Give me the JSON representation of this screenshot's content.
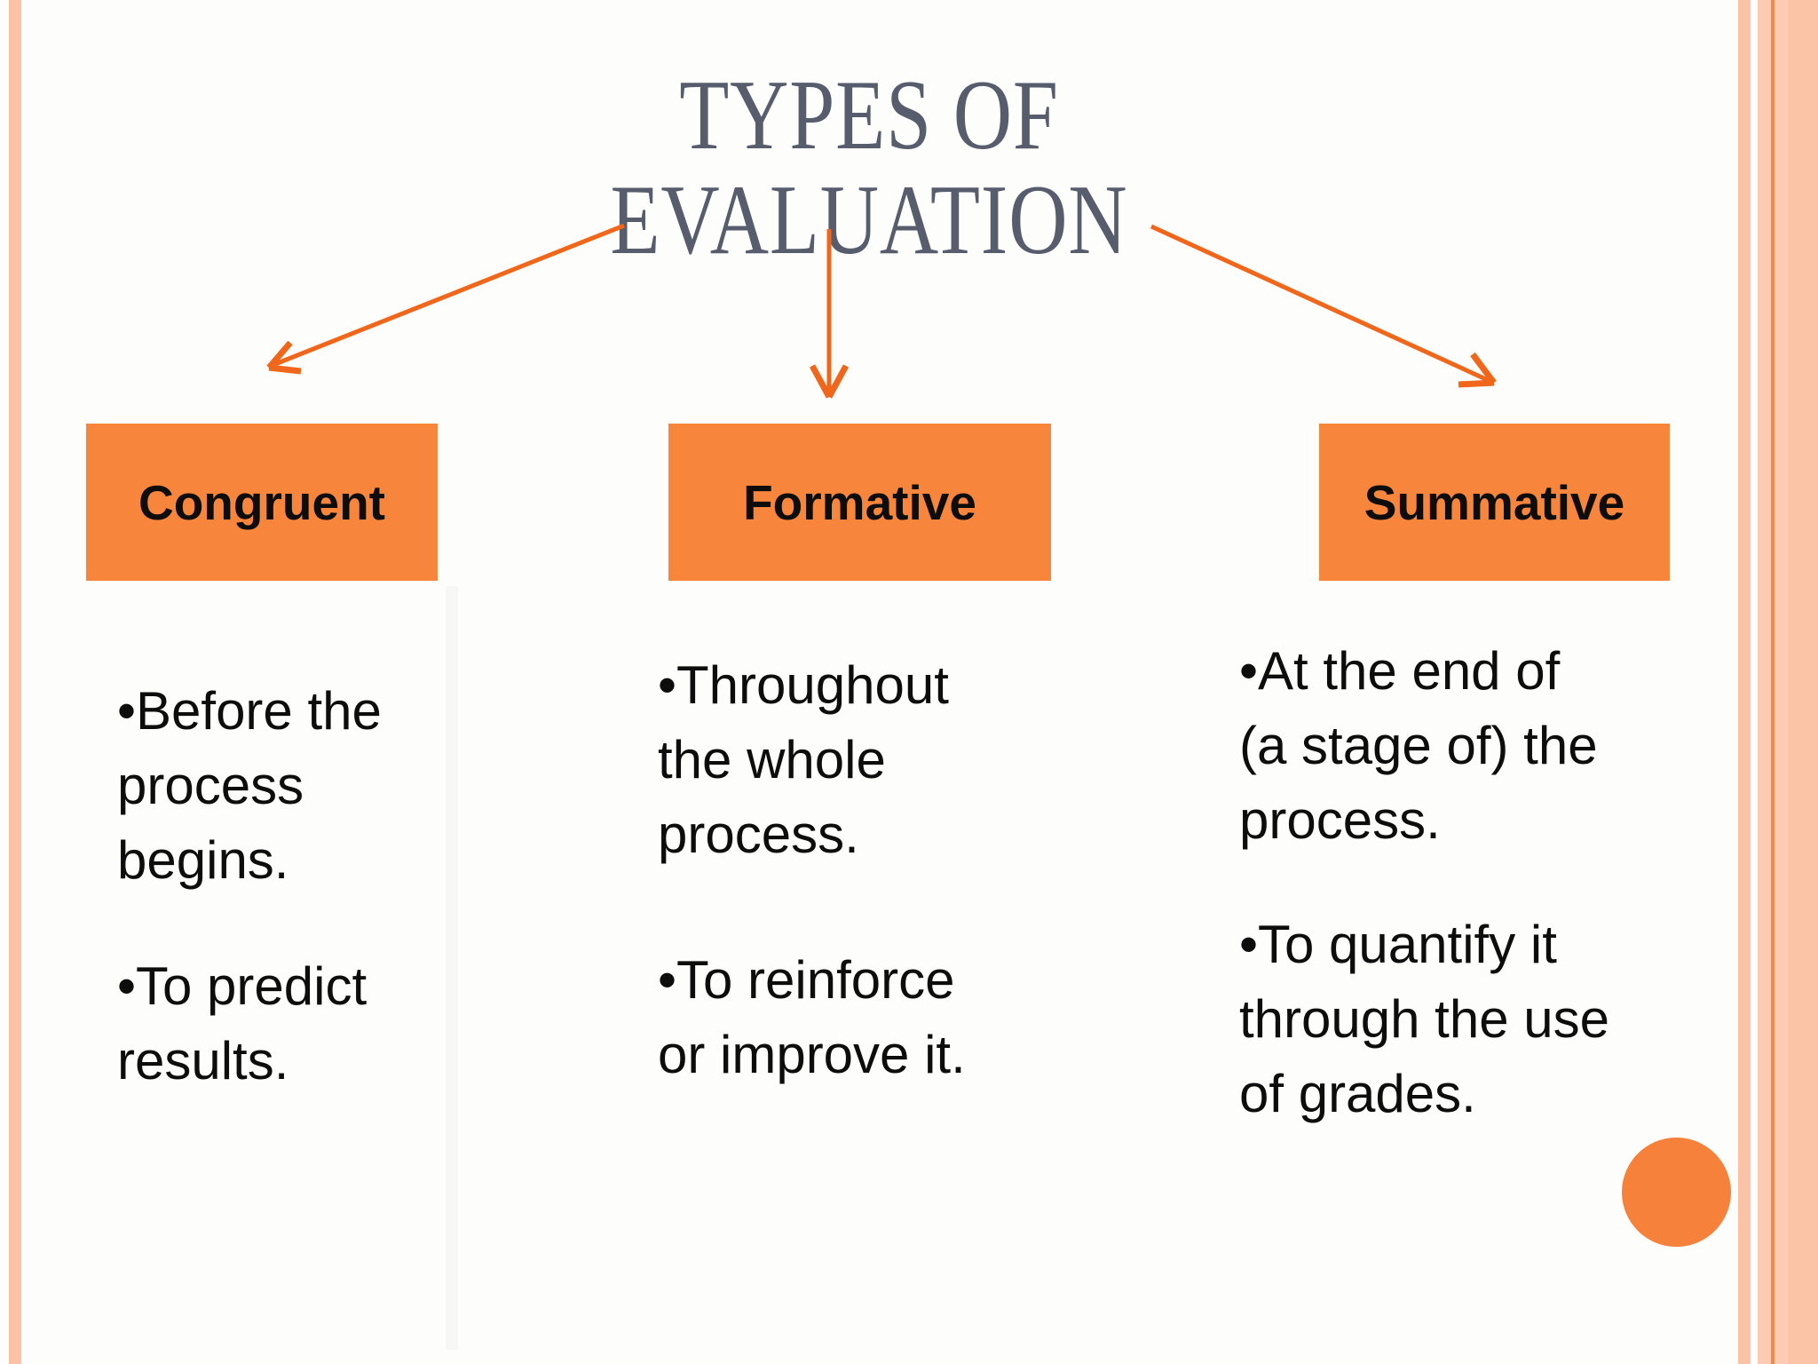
{
  "title": {
    "line1": "TYPES OF",
    "line2": "EVALUATION"
  },
  "columns": [
    {
      "heading": "Congruent",
      "bullets": [
        [
          "•Before the",
          "process",
          "begins."
        ],
        [
          "•To predict",
          "results."
        ]
      ]
    },
    {
      "heading": "Formative",
      "bullets": [
        [
          "•Throughout",
          "the whole",
          "process."
        ],
        [
          "•To reinforce",
          "or improve it."
        ]
      ]
    },
    {
      "heading": "Summative",
      "bullets": [
        [
          "•At the end of",
          "(a stage of) the",
          "process."
        ],
        [
          "•To quantify it",
          "through the use",
          "of grades."
        ]
      ]
    }
  ],
  "colors": {
    "background": "#FDFDFB",
    "category_box_fill": "#F7853C",
    "arrow": "#F0661A",
    "title_text": "#575D6D",
    "body_text": "#0D0D0D",
    "border_stripe": "#FBC2A6",
    "border_band": "#FCCBB1",
    "border_accent_line": "#EE8A4D",
    "circle": "#F5813B"
  }
}
